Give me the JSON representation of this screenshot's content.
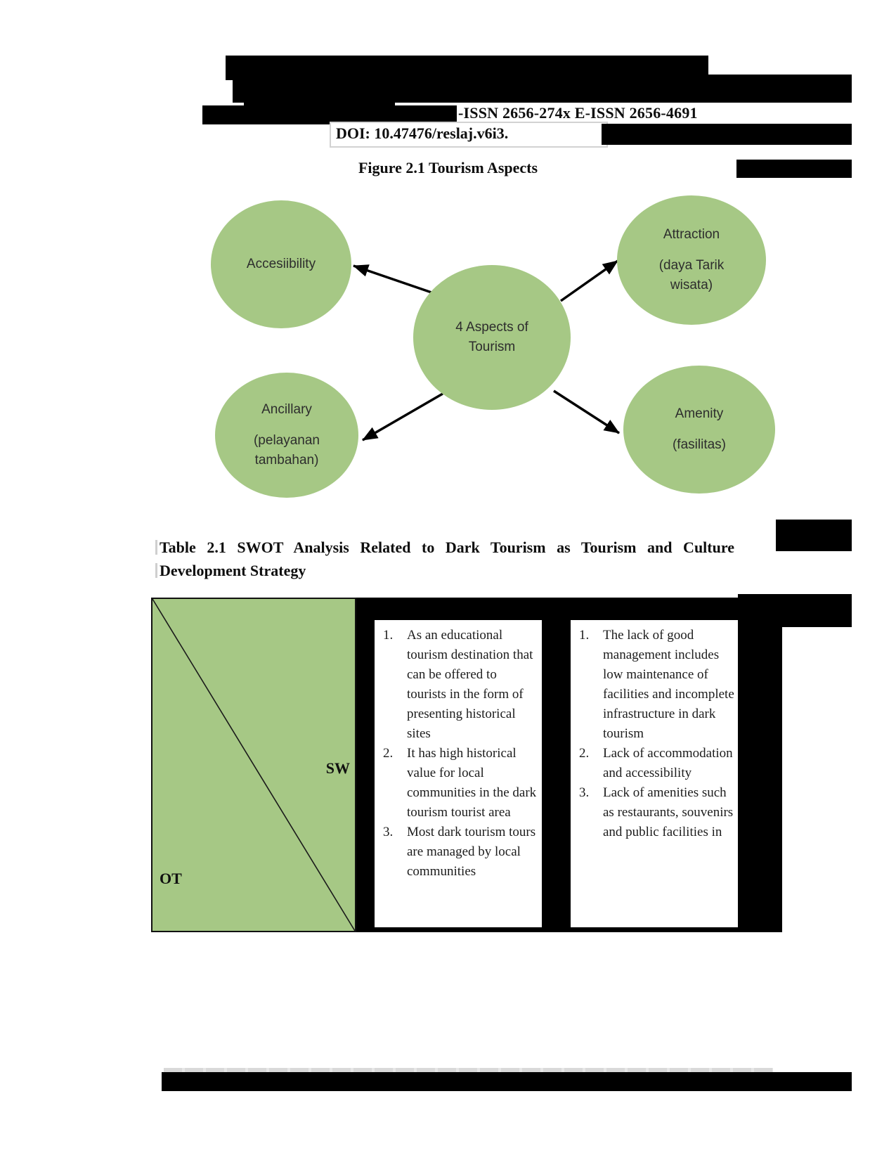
{
  "header": {
    "issn_line": "-ISSN 2656-274x E-ISSN 2656-4691",
    "doi_line": "DOI: 10.47476/reslaj.v6i3."
  },
  "figure": {
    "caption": "Figure 2.1 Tourism Aspects"
  },
  "diagram": {
    "node_fill": "#a6c885",
    "center": {
      "line1": "4 Aspects of",
      "line2": "Tourism"
    },
    "nodes": {
      "accessibility": {
        "label": "Accesiibility"
      },
      "attraction": {
        "label": "Attraction",
        "sub": "(daya Tarik wisata)"
      },
      "ancillary": {
        "label": "Ancillary",
        "sub": "(pelayanan tambahan)"
      },
      "amenity": {
        "label": "Amenity",
        "sub": "(fasilitas)"
      }
    }
  },
  "table": {
    "title_line1": "Table 2.1 SWOT Analysis Related to Dark Tourism as Tourism and Culture",
    "title_line2": "Development Strategy",
    "cell_fill": "#a6c885",
    "corner": {
      "sw_label": "SW",
      "ot_label": "OT"
    },
    "strengths": {
      "items": [
        "As an educational tourism destination that can be offered to tourists in the form of presenting historical sites",
        "It has high historical value for local communities in the dark tourism tourist area",
        "Most dark tourism tours are managed by local communities"
      ]
    },
    "weaknesses": {
      "items": [
        "The lack of good management includes low maintenance of facilities and incomplete infrastructure in dark tourism",
        "Lack of accommodation and accessibility",
        "Lack of amenities such as restaurants, souvenirs and public facilities in"
      ]
    }
  }
}
